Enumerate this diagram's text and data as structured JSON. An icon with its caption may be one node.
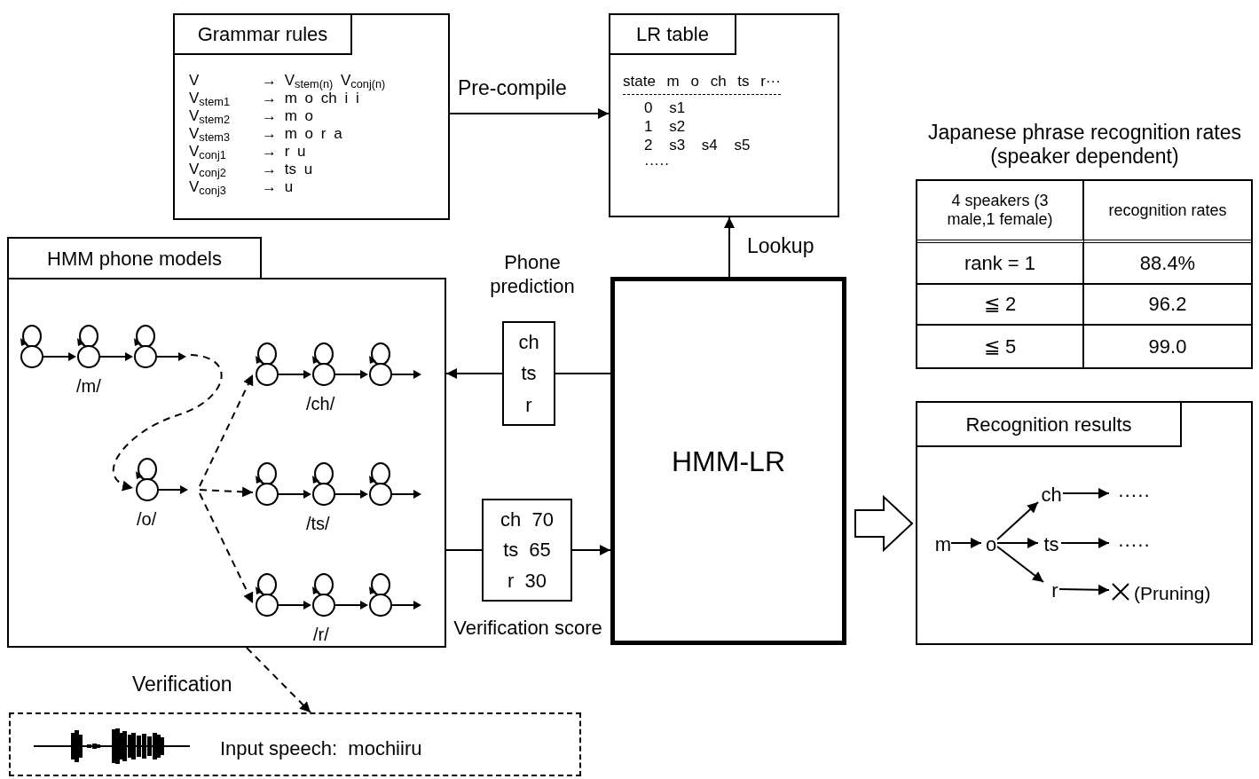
{
  "diagram": {
    "nodes": [
      {
        "text": [
          "Grammar rules",
          "V",
          "→ V$_{stem(n)}$ V$_{conj(n)}$",
          "V$_{stem1}$",
          "→ m o ch i i",
          "V$_{stem2}$",
          "→ m o",
          "V$_{stem3}$",
          "→ m o r a",
          "V$_{conj1}$",
          "→ r u",
          "V$_{conj2}$",
          "→ ts u",
          "V$_{conj3}$",
          "→ u"
        ]
      },
      {
        "text": [
          "LR table",
          "state m o ch ts r···",
          "0 s1",
          "1 s2",
          "2 s3 s4 s5",
          "·····"
        ]
      },
      {
        "text": [
          "HMM phone models"
        ]
      },
      {
        "text": [
          "/m/"
        ],
        "in": 2
      },
      {
        "text": [
          "/o/"
        ],
        "in": 2
      },
      {
        "text": [
          "/ch/"
        ],
        "in": 2
      },
      {
        "text": [
          "/ts/"
        ],
        "in": 2
      },
      {
        "text": [
          "/r/"
        ],
        "in": 2
      },
      {
        "text": [
          "ch",
          "ts",
          "r"
        ],
        "beside": [
          "Phone prediction"
        ]
      },
      {
        "text": [
          "ch 70",
          "ts 65",
          "r 30"
        ],
        "beside": [
          "Verification score"
        ]
      },
      {
        "text": [
          "HMM-LR"
        ]
      },
      {
        "text": [
          "Recognition results"
        ]
      },
      {
        "text": [
          "m"
        ],
        "in": 11
      },
      {
        "text": [
          "o"
        ],
        "in": 11
      },
      {
        "text": [
          "ch"
        ],
        "in": 11
      },
      {
        "text": [
          "ts"
        ],
        "in": 11
      },
      {
        "text": [
          "r"
        ],
        "in": 11
      },
      {
        "text": [
          "·····"
        ],
        "in": 11
      },
      {
        "text": [
          "·····"
        ],
        "in": 11
      },
      {
        "text": [
          "(Pruning)"
        ],
        "in": 11
      },
      {
        "text": [
          "Input speech:  mochiiru"
        ]
      }
    ],
    "edges": [
      {
        "from": 0,
        "to": 1,
        "arrow": "to",
        "label": "Pre-compile"
      },
      {
        "from": 10,
        "to": 1,
        "arrow": "to",
        "label": "Lookup"
      },
      {
        "from": 10,
        "to": 8,
        "arrow": "none"
      },
      {
        "from": 8,
        "to": 2,
        "arrow": "to"
      },
      {
        "from": 2,
        "to": 9,
        "arrow": "none"
      },
      {
        "from": 9,
        "to": 10,
        "arrow": "to"
      },
      {
        "from": 3,
        "to": 4,
        "arrow": "to",
        "style": "dashed"
      },
      {
        "from": 4,
        "to": 5,
        "arrow": "to",
        "style": "dashed"
      },
      {
        "from": 4,
        "to": 6,
        "arrow": "to",
        "style": "dashed"
      },
      {
        "from": 4,
        "to": 7,
        "arrow": "to",
        "style": "dashed"
      },
      {
        "from": 2,
        "to": 20,
        "arrow": "to",
        "style": "dashed",
        "label": "Verification"
      },
      {
        "from": 10,
        "to": 11,
        "arrow": "to",
        "style": "thick"
      },
      {
        "from": 12,
        "to": 13,
        "arrow": "to"
      },
      {
        "from": 13,
        "to": 14,
        "arrow": "to"
      },
      {
        "from": 13,
        "to": 15,
        "arrow": "to"
      },
      {
        "from": 13,
        "to": 16,
        "arrow": "to"
      },
      {
        "from": 14,
        "to": 17,
        "arrow": "to"
      },
      {
        "from": 15,
        "to": 18,
        "arrow": "to"
      },
      {
        "from": 16,
        "to": 19,
        "arrow": "to"
      }
    ],
    "labels": [
      "Japanese phrase recognition rates (speaker dependent)",
      "4 speakers (3 male,1 female)",
      "recognition rates",
      "rank = 1",
      "88.4%",
      "≦ 2",
      "96.2",
      "≦ 5",
      "99.0"
    ]
  }
}
